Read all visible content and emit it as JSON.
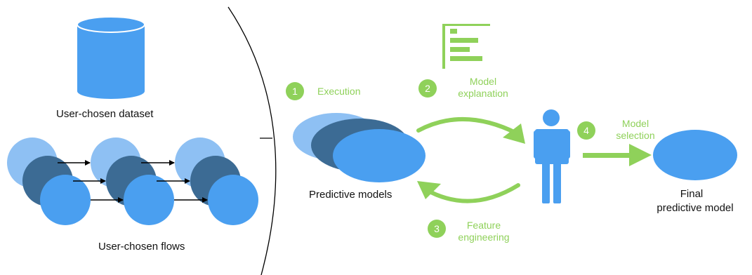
{
  "colors": {
    "light_blue": "#8ec0f3",
    "dark_blue": "#3c6b94",
    "blue": "#4a9ff0",
    "green": "#8fd15a",
    "black": "#000000"
  },
  "left": {
    "dataset_label": "User-chosen dataset",
    "flows_label": "User-chosen flows"
  },
  "right": {
    "predictive_models_label": "Predictive models",
    "final_model_label_1": "Final",
    "final_model_label_2": "predictive model",
    "steps": [
      {
        "number": "1",
        "line1": "Execution",
        "line2": ""
      },
      {
        "number": "2",
        "line1": "Model",
        "line2": "explanation"
      },
      {
        "number": "3",
        "line1": "Feature",
        "line2": "engineering"
      },
      {
        "number": "4",
        "line1": "Model",
        "line2": "selection"
      }
    ]
  },
  "icons": {
    "dataset": "database-cylinder-icon",
    "explanation": "bar-chart-icon",
    "user": "person-icon"
  }
}
